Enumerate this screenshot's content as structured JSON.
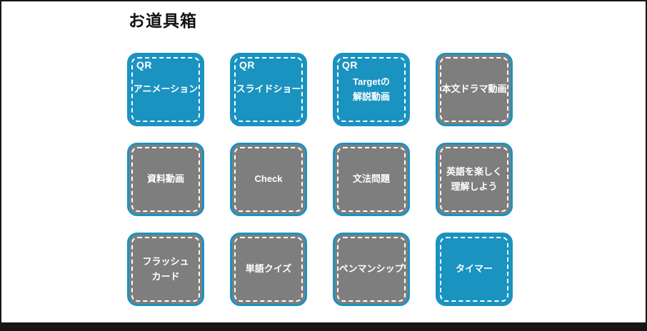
{
  "page": {
    "title": "お道具箱"
  },
  "colors": {
    "accent_blue": "#1b93c1",
    "button_gray": "#7e7e7e",
    "frame_black": "#161616"
  },
  "buttons": [
    {
      "label": "アニメーション",
      "variant": "blue",
      "qr": "QR"
    },
    {
      "label": "スライドショー",
      "variant": "blue",
      "qr": "QR"
    },
    {
      "label": "Targetの\n解説動画",
      "variant": "blue",
      "qr": "QR"
    },
    {
      "label": "本文ドラマ動画",
      "variant": "gray"
    },
    {
      "label": "資料動画",
      "variant": "gray"
    },
    {
      "label": "Check",
      "variant": "gray"
    },
    {
      "label": "文法問題",
      "variant": "gray"
    },
    {
      "label": "英語を楽しく\n理解しよう",
      "variant": "gray"
    },
    {
      "label": "フラッシュ\nカード",
      "variant": "gray"
    },
    {
      "label": "単語クイズ",
      "variant": "gray"
    },
    {
      "label": "ペンマンシップ",
      "variant": "gray"
    },
    {
      "label": "タイマー",
      "variant": "blue"
    }
  ]
}
